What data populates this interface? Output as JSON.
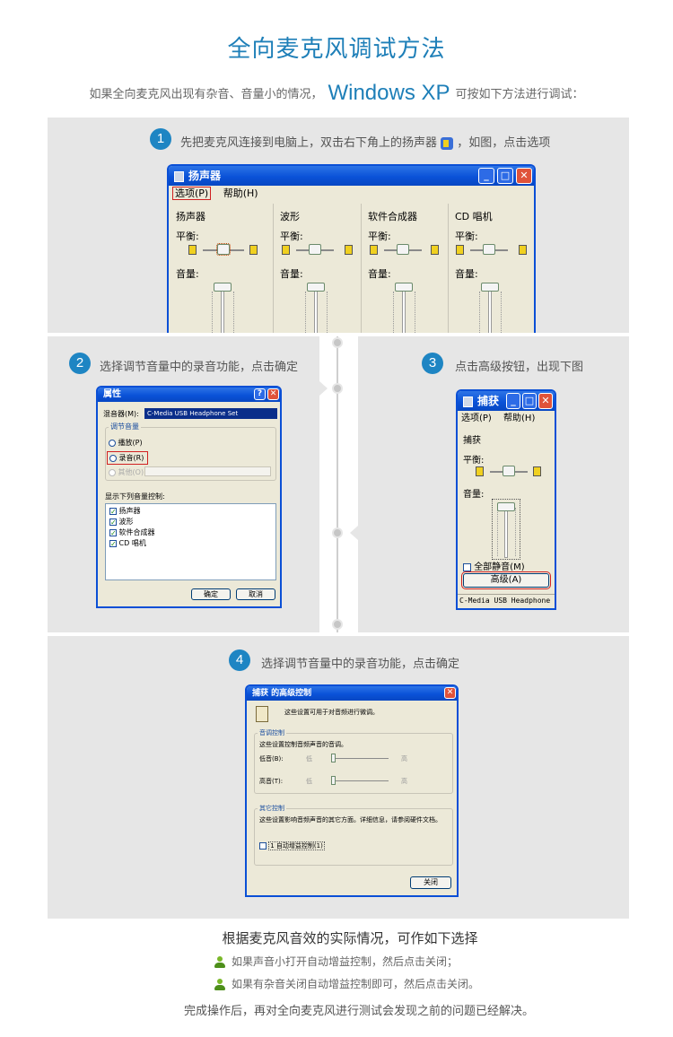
{
  "title": "全向麦克风调试方法",
  "intro": {
    "before": "如果全向麦克风出现有杂音、音量小的情况，",
    "os": "Windows  XP",
    "after": "可按如下方法进行调试："
  },
  "steps": [
    {
      "num": "1",
      "text": "先把麦克风连接到电脑上，双击右下角上的扬声器",
      "text_after": "，如图，点击选项"
    },
    {
      "num": "2",
      "text": "选择调节音量中的录音功能，点击确定"
    },
    {
      "num": "3",
      "text": "点击高级按钮，出现下图"
    },
    {
      "num": "4",
      "text": "选择调节音量中的录音功能，点击确定"
    }
  ],
  "win1": {
    "title": "扬声器",
    "menu": [
      "选项(P)",
      "帮助(H)"
    ],
    "columns": [
      {
        "name": "扬声器",
        "balance": "平衡:",
        "volume": "音量:"
      },
      {
        "name": "波形",
        "balance": "平衡:",
        "volume": "音量:"
      },
      {
        "name": "软件合成器",
        "balance": "平衡:",
        "volume": "音量:"
      },
      {
        "name": "CD 唱机",
        "balance": "平衡:",
        "volume": "音量:"
      }
    ]
  },
  "win2": {
    "title": "属性",
    "mixer_label": "混音器(M):",
    "mixer_value": "C-Media USB Headphone Set",
    "group": "调节音量",
    "options": [
      "播放(P)",
      "录音(R)",
      "其他(O)"
    ],
    "list_label": "显示下列音量控制:",
    "list": [
      "扬声器",
      "波形",
      "软件合成器",
      "CD 唱机"
    ],
    "ok": "确定",
    "cancel": "取消"
  },
  "win3": {
    "title": "捕获",
    "menu": [
      "选项(P)",
      "帮助(H)"
    ],
    "section": "捕获",
    "balance": "平衡:",
    "volume": "音量:",
    "mute": "全部静音(M)",
    "advanced": "高级(A)",
    "status": "C-Media USB Headphone"
  },
  "win4": {
    "title": "捕获 的高级控制",
    "desc": "这些设置可用于对音频进行微调。",
    "tone_group": "音调控制",
    "tone_desc": "这些设置控制音频声音的音调。",
    "bass": "低音(B):",
    "treble": "高音(T):",
    "low": "低",
    "high": "高",
    "other_group": "其它控制",
    "other_desc": "这些设置影响音频声音的其它方面。详细信息，请参阅硬件文档。",
    "agc": "1 自动增益控制(1)",
    "close": "关闭"
  },
  "summary": {
    "title": "根据麦克风音效的实际情况，可作如下选择",
    "bullets": [
      "如果声音小打开自动增益控制，然后点击关闭；",
      "如果有杂音关闭自动增益控制即可，然后点击关闭。"
    ],
    "final": "完成操作后，再对全向麦克风进行测试会发现之前的问题已经解决。"
  },
  "colors": {
    "accent": "#1e7fb8",
    "panel": "#e6e6e6",
    "xp_title": "#0a52d8"
  }
}
